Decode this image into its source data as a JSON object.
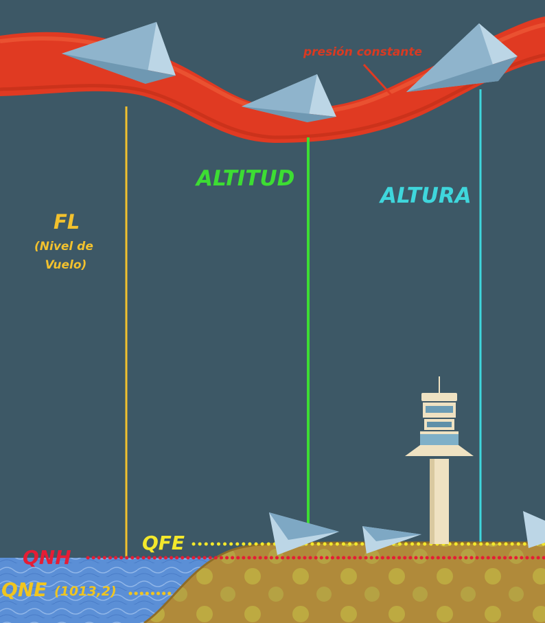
{
  "labels": {
    "pressure": "presión constante",
    "altitud": "ALTITUD",
    "altura": "ALTURA",
    "fl": "FL",
    "fl_sub": "(Nivel de\n Vuelo)",
    "qfe": "QFE",
    "qnh": "QNH",
    "qne": "QNE",
    "qne_value": "(1013,2)"
  },
  "colors": {
    "background": "#3d5866",
    "pressure_band": "#e03a22",
    "fl": "#f2c12e",
    "altitud": "#3ddd33",
    "altura": "#3fd6dc",
    "qfe": "#f3e82c",
    "qnh": "#e51d35",
    "qne": "#f0c520",
    "sea": "#5b8fd6",
    "ground": "#b08a3a"
  },
  "icons": [
    "paper-plane-icon",
    "control-tower-icon"
  ]
}
